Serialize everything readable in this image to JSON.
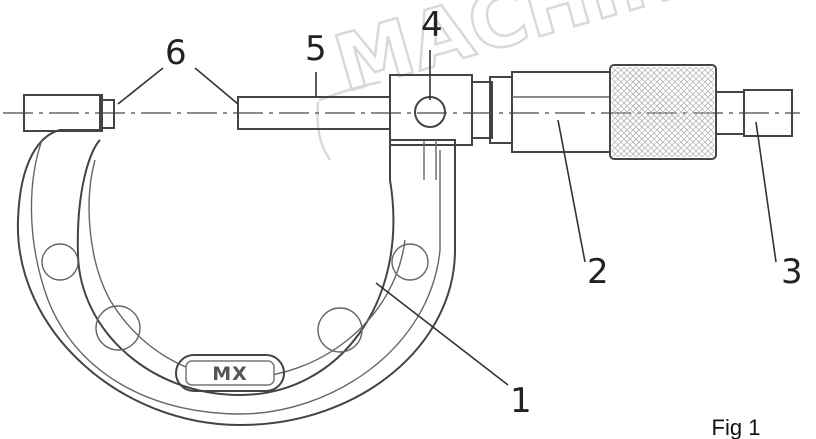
{
  "figure": {
    "caption": "Fig 1",
    "watermark_text": "MACHINE",
    "brand_logo_text": "MX"
  },
  "callouts": [
    {
      "id": "1",
      "label": "1"
    },
    {
      "id": "2",
      "label": "2"
    },
    {
      "id": "3",
      "label": "3"
    },
    {
      "id": "4",
      "label": "4"
    },
    {
      "id": "5",
      "label": "5"
    },
    {
      "id": "6",
      "label": "6"
    }
  ],
  "colors": {
    "line": "#444444",
    "watermark": "#d9d9d9",
    "background": "#ffffff"
  }
}
